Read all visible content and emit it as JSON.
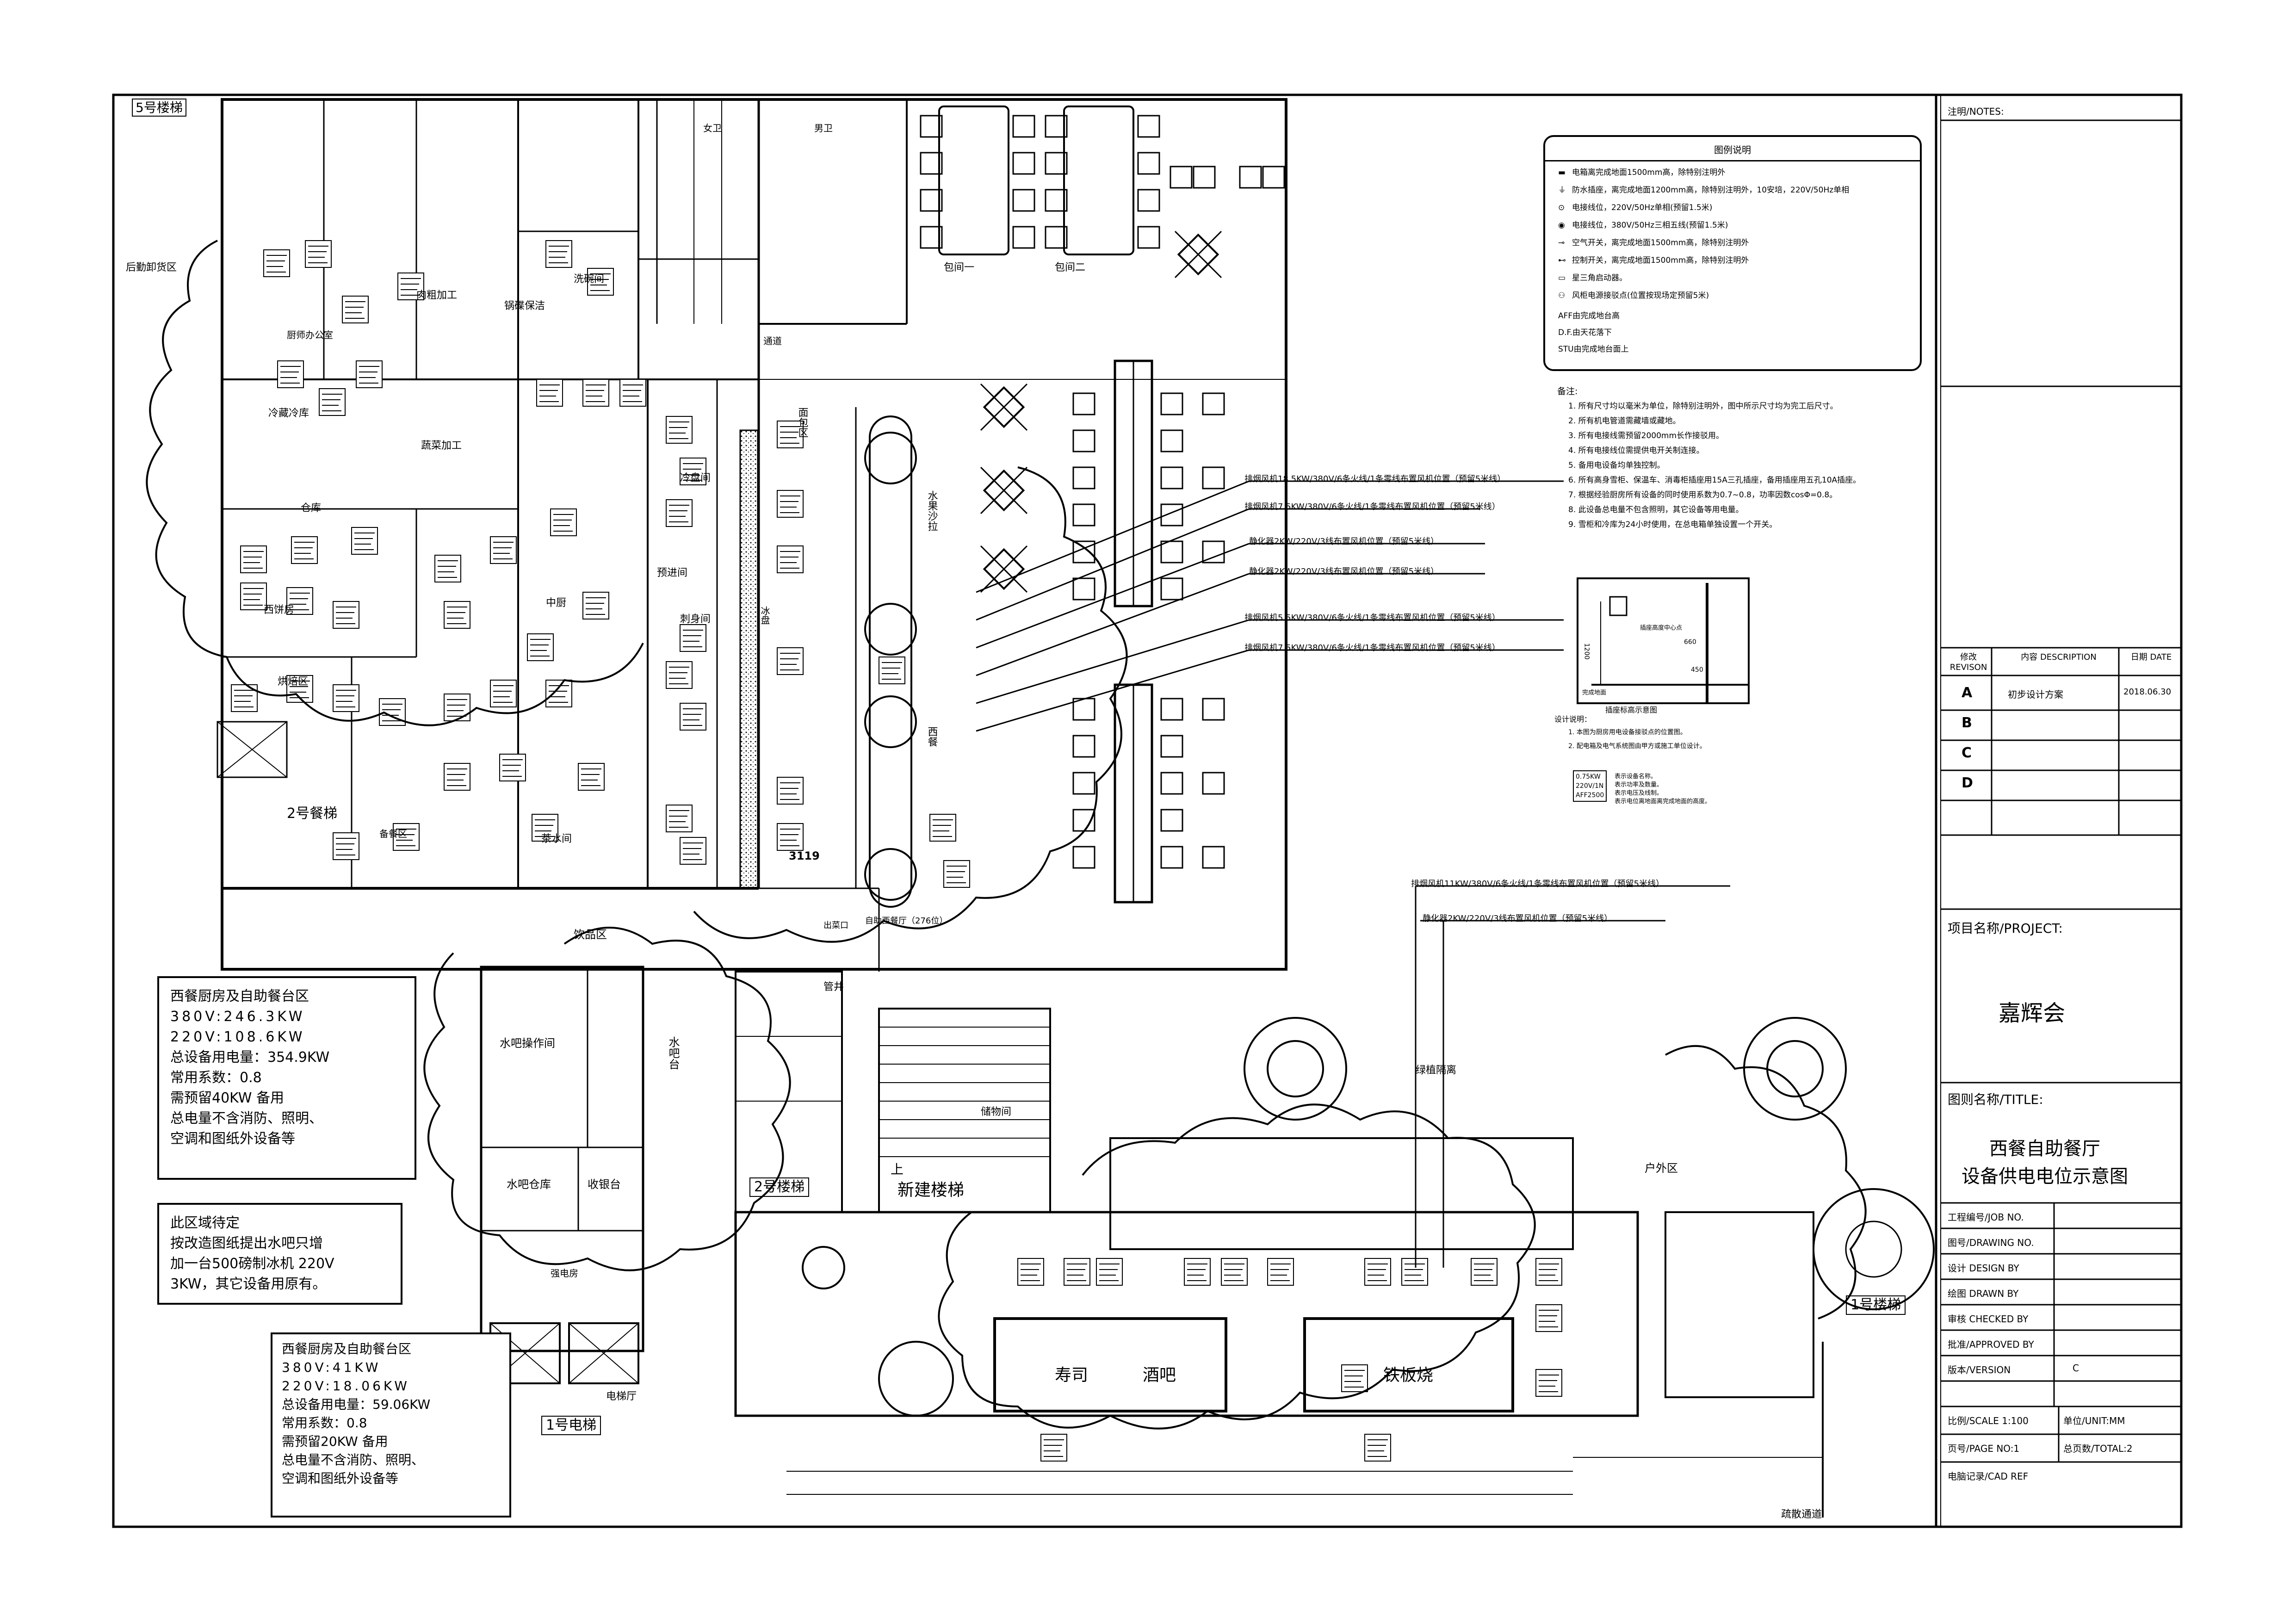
{
  "drawing": {
    "legend": {
      "title": "图例说明",
      "rows": [
        {
          "icon": "distribution-box-icon",
          "text": "电箱离完成地面1500mm高，除特别注明外"
        },
        {
          "icon": "waterproof-socket-icon",
          "text": "防水插座，离完成地面1200mm高，除特别注明外，10安培，220V/50Hz单相"
        },
        {
          "icon": "power-point-single-icon",
          "text": "电接线位，220V/50Hz单相(预留1.5米)"
        },
        {
          "icon": "power-point-three-icon",
          "text": "电接线位，380V/50Hz三相五线(预留1.5米)"
        },
        {
          "icon": "air-switch-icon",
          "text": "空气开关，离完成地面1500mm高，除特别注明外"
        },
        {
          "icon": "control-switch-icon",
          "text": "控制开关，离完成地面1500mm高，除特别注明外"
        },
        {
          "icon": "star-delta-starter-icon",
          "text": "星三角启动器。"
        },
        {
          "icon": "fan-power-point-icon",
          "text": "风柜电源接驳点(位置按现场定预留5米)"
        },
        {
          "icon": "",
          "text": "AFF由完成地台高"
        },
        {
          "icon": "",
          "text": "D.F.由天花落下"
        },
        {
          "icon": "",
          "text": "STU由完成地台面上"
        }
      ]
    },
    "notes": {
      "heading": "备注:",
      "items": [
        "1. 所有尺寸均以毫米为单位，除特别注明外，图中所示尺寸均为完工后尺寸。",
        "2. 所有机电管道需藏墙或藏地。",
        "3. 所有电接线需预留2000mm长作接驳用。",
        "4. 所有电接线位需提供电开关制连接。",
        "5. 备用电设备均单独控制。",
        "6. 所有高身雪柜、保温车、消毒柜插座用15A三孔插座，备用插座用五孔10A插座。",
        "7. 根据经验厨房所有设备的同时使用系数为0.7~0.8，功率因数cosΦ=0.8。",
        "8. 此设备总电量不包含照明，其它设备等用电量。",
        "9. 雪柜和冷库为24小时使用，在总电箱单独设置一个开关。"
      ]
    },
    "socket_detail": {
      "caption": "插座标高示意图",
      "dims": [
        "1200",
        "660",
        "450"
      ],
      "label_a": "插座高度中心点",
      "label_b": "完成地面"
    },
    "design_notes": {
      "heading": "设计说明：",
      "items": [
        "1. 本图为厨房用电设备接驳点的位置图。",
        "2. 配电箱及电气系统图由甲方或施工单位设计。"
      ],
      "tag_example": [
        "0.75KW",
        "220V/1N",
        "AFF2500"
      ],
      "tag_explain": [
        "表示设备名称。",
        "表示功率及数量。",
        "表示电压及线制。",
        "表示电位离地面离完成地面的高度。"
      ]
    },
    "callouts": [
      "排烟风机18.5KW/380V/6条火线/1条零线布置风机位置（预留5米线）",
      "排烟风机7.5KW/380V/6条火线/1条零线布置风机位置（预留5米线）",
      "静化器2KW/220V/3线布置风机位置（预留5米线）",
      "静化器2KW/220V/3线布置风机位置（预留5米线）",
      "排烟风机5.5KW/380V/6条火线/1条零线布置风机位置（预留5米线）",
      "排烟风机7.5KW/380V/6条火线/1条零线布置风机位置（预留5米线）",
      "排烟风机11KW/380V/6条火线/1条零线布置风机位置（预留5米线）",
      "静化器2KW/220V/3线布置风机位置（预留5米线）"
    ],
    "summary_box_1": {
      "lines": [
        "西餐厨房及自助餐台区",
        "380V:246.3KW",
        "220V:108.6KW",
        "总设备用电量：354.9KW",
        "常用系数：0.8",
        "需预留40KW 备用",
        "总电量不含消防、照明、",
        "空调和图纸外设备等"
      ]
    },
    "summary_box_2": {
      "lines": [
        "此区域待定",
        "按改造图纸提出水吧只增",
        "加一台500磅制冰机 220V",
        "3KW，其它设备用原有。"
      ]
    },
    "summary_box_3": {
      "lines": [
        "西餐厨房及自助餐台区",
        "380V:41KW",
        "220V:18.06KW",
        "总设备用电量：59.06KW",
        "常用系数：0.8",
        "需预留20KW 备用",
        "总电量不含消防、照明、",
        "空调和图纸外设备等"
      ]
    },
    "room_labels": {
      "stair5": "5号楼梯",
      "stair2_dining": "2号餐梯",
      "stair2": "2号楼梯",
      "new_stair": "新建楼梯",
      "stair1": "1号楼梯",
      "elevator1": "1号电梯",
      "elevator_hall": "电梯厅",
      "rear_unloading": "后勤卸货区",
      "cold_room": "冷藏冷库",
      "veg_processing": "蔬菜加工",
      "meat_processing": "肉粗加工",
      "dish_washing": "洗碗间",
      "wash_area": "锅碟保洁",
      "office": "厨师办公室",
      "storage": "仓库",
      "pastry": "西饼房",
      "bakery": "烘焙区",
      "main_kitchen": "中厨",
      "cold_kitchen": "冷盘间",
      "pre_entry": "预进间",
      "cold_dish_room": "刺身间",
      "tea_room": "茶水间",
      "prep_area": "备餐区",
      "buffet": "自助西餐厅（276位）",
      "private_room_1": "包间一",
      "private_room_2": "包间二",
      "male_wc": "男卫",
      "female_wc": "女卫",
      "corridor": "通道",
      "drink_area": "饮品区",
      "water_bar": "水吧操作间",
      "water_bar_counter": "水吧台",
      "water_bar_store": "水吧仓库",
      "cashier": "收银台",
      "electric_room": "强电房",
      "storage_room": "储物间",
      "sushi": "寿司",
      "wine_bar": "酒吧",
      "teppanyaki": "铁板烧",
      "outdoor": "户外区",
      "green_planting": "绿植隔离",
      "evacuation": "疏散通道",
      "shaft": "管井",
      "up": "上",
      "cold_storage_label": "冰盘",
      "fruit": "水果沙拉",
      "west_kitchen_label": "西餐",
      "side_window": "出菜口",
      "bread_area": "面包区",
      "count_3119": "3119"
    },
    "title_block": {
      "notes_label": "注明/NOTES:",
      "rev_header": [
        "修改 REVISON",
        "内容 DESCRIPTION",
        "日期 DATE"
      ],
      "revisions": [
        {
          "rev": "A",
          "desc": "初步设计方案",
          "date": "2018.06.30"
        },
        {
          "rev": "B",
          "desc": "",
          "date": ""
        },
        {
          "rev": "C",
          "desc": "",
          "date": ""
        },
        {
          "rev": "D",
          "desc": "",
          "date": ""
        }
      ],
      "project_label": "项目名称/PROJECT:",
      "project_name": "嘉辉会",
      "title_label": "图则名称/TITLE:",
      "title_line1": "西餐自助餐厅",
      "title_line2": "设备供电电位示意图",
      "rows": [
        {
          "label": "工程编号/JOB NO.",
          "value": ""
        },
        {
          "label": "图号/DRAWING NO.",
          "value": ""
        },
        {
          "label": "设计 DESIGN BY",
          "value": ""
        },
        {
          "label": "绘图 DRAWN BY",
          "value": ""
        },
        {
          "label": "审核 CHECKED BY",
          "value": ""
        },
        {
          "label": "批准/APPROVED BY",
          "value": ""
        },
        {
          "label": "版本/VERSION",
          "value": "C"
        }
      ],
      "scale": "比例/SCALE 1:100",
      "unit": "单位/UNIT:MM",
      "page": "页号/PAGE NO:1",
      "total": "总页数/TOTAL:2",
      "cad_ref": "电脑记录/CAD REF"
    }
  }
}
